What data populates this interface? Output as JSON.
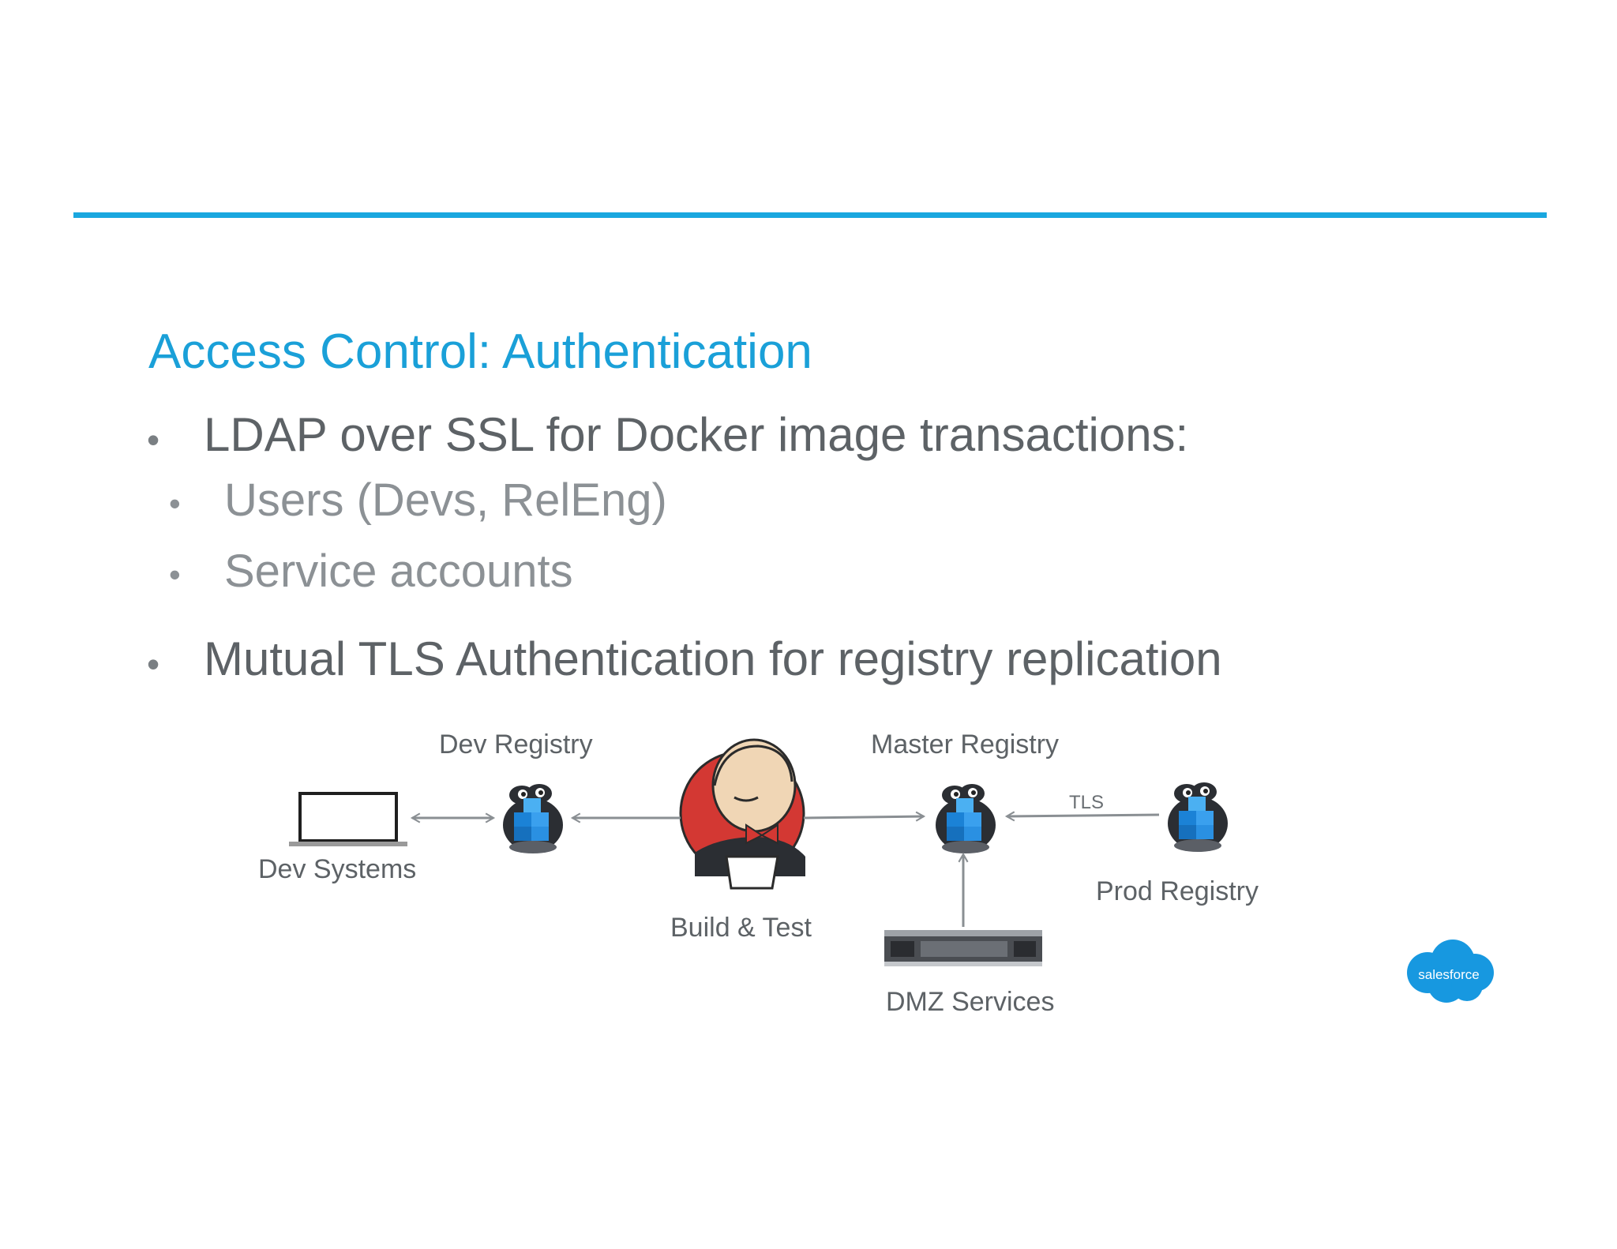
{
  "slide": {
    "title": "Access Control: Authentication",
    "bullets": [
      {
        "marker": "•",
        "text": "LDAP over SSL for Docker image transactions:"
      },
      {
        "marker": "•",
        "text": "Users (Devs, RelEng)"
      },
      {
        "marker": "•",
        "text": "Service accounts"
      },
      {
        "marker": "•",
        "text": "Mutual TLS Authentication for registry replication"
      }
    ]
  },
  "diagram": {
    "nodes": {
      "dev_systems": "Dev Systems",
      "dev_registry": "Dev Registry",
      "build_test": "Build & Test",
      "master_registry": "Master Registry",
      "prod_registry": "Prod Registry",
      "dmz_services": "DMZ Services"
    },
    "edges": {
      "tls_label": "TLS"
    }
  },
  "logo": {
    "text": "salesforce",
    "color": "#1798e0"
  },
  "colors": {
    "accent": "#1aa7df",
    "title": "#1aa0d8",
    "body_text": "#5d6266",
    "sub_text": "#8c9195",
    "arrow": "#8a8f93"
  }
}
